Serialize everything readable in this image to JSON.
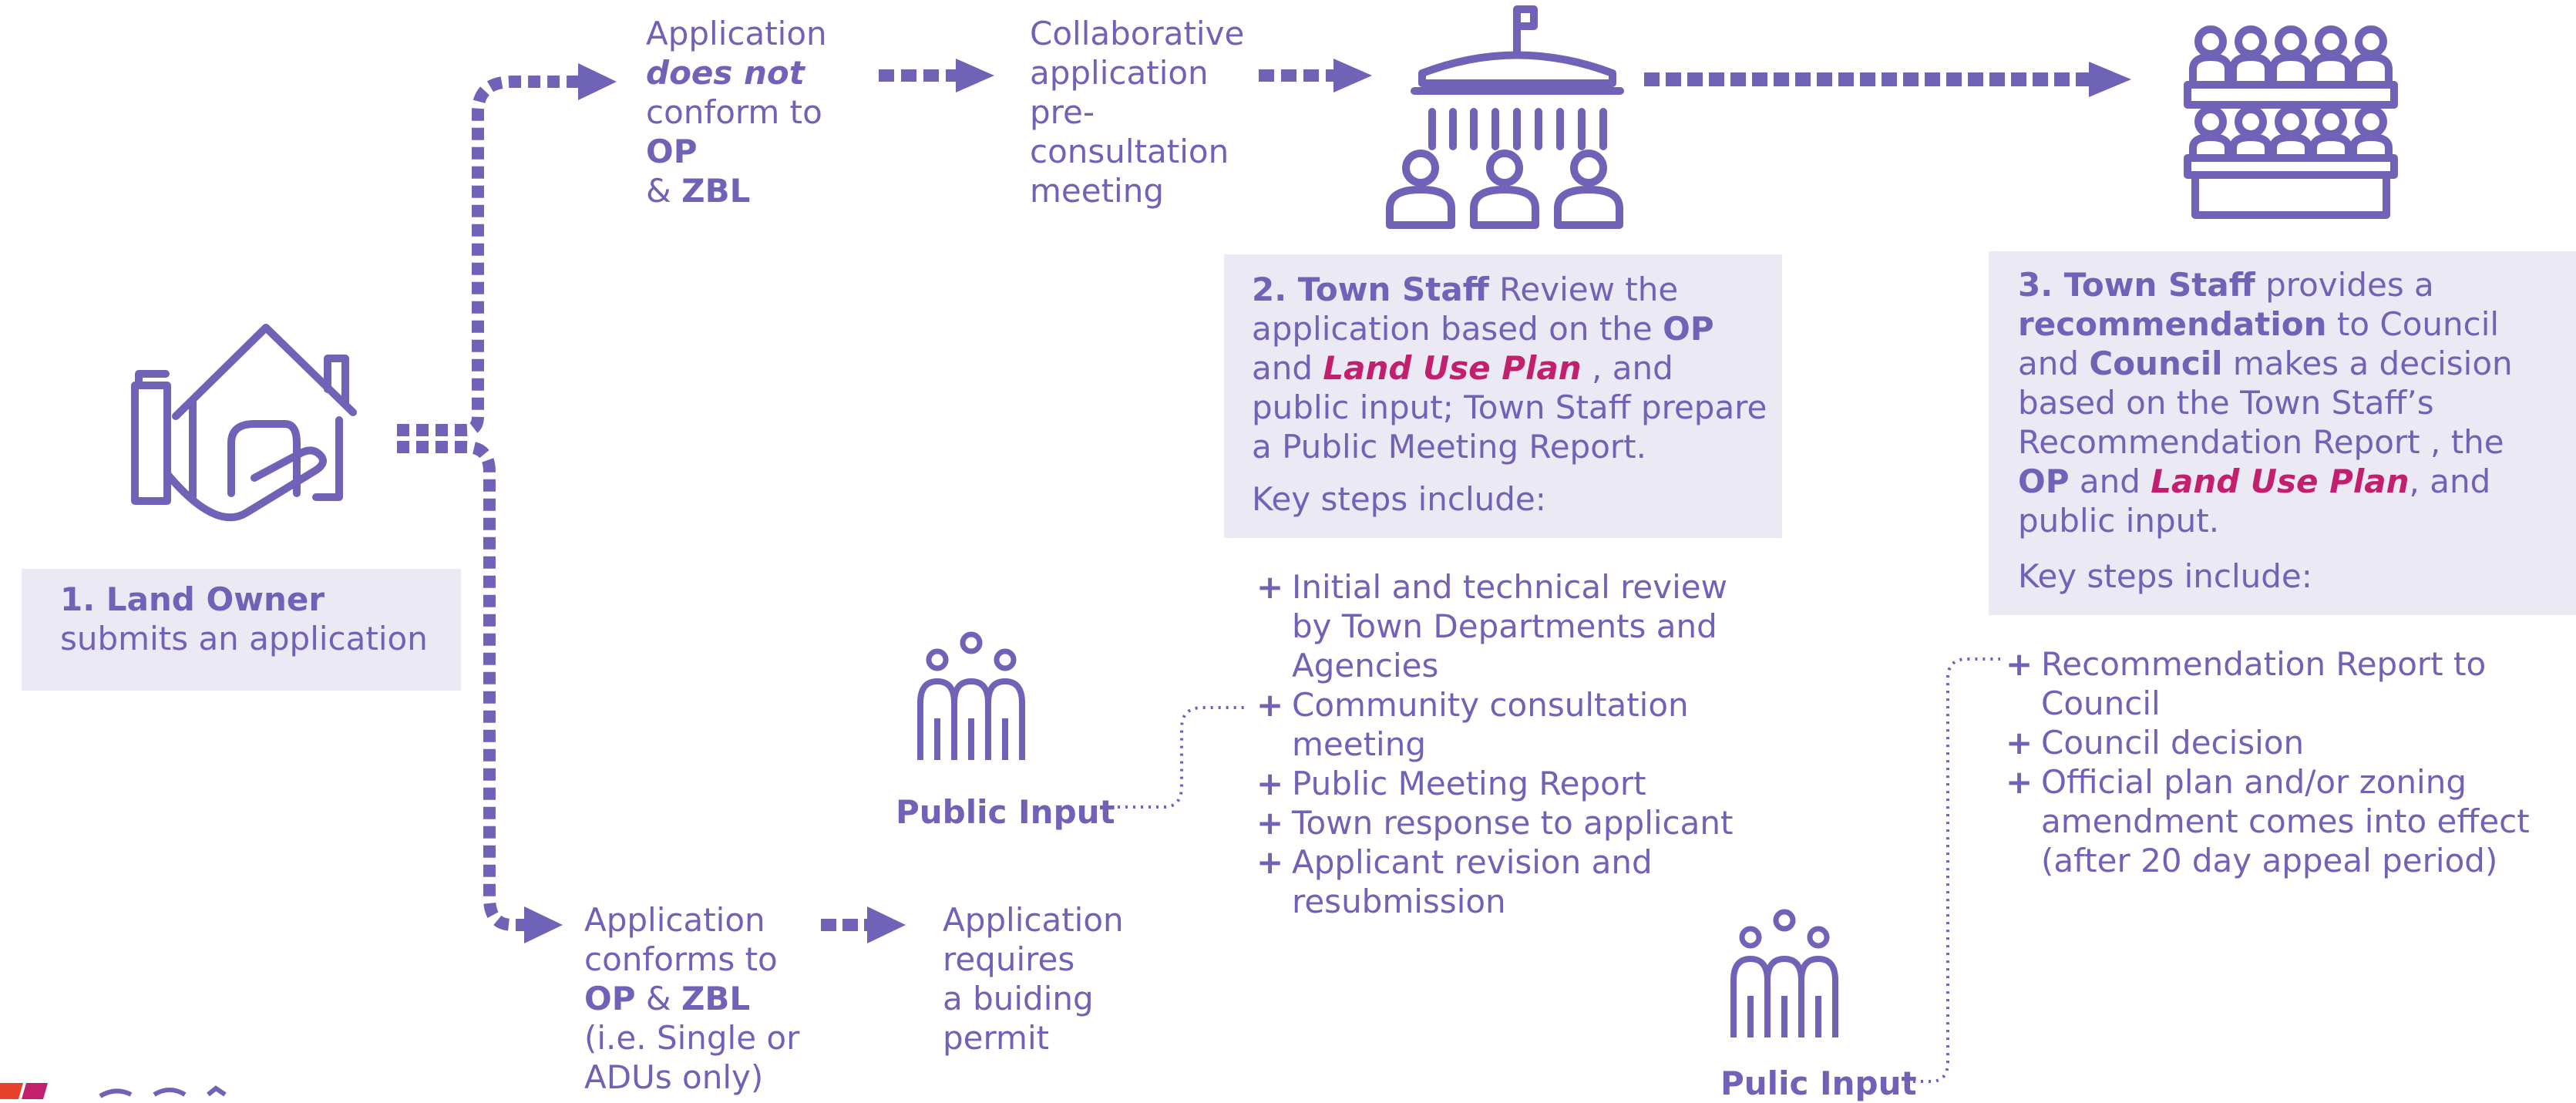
{
  "colors": {
    "primary": "#6f63b8",
    "box_bg": "#ebe9f4",
    "accent": "#c2206e",
    "logo_red": "#e8412c"
  },
  "icons": {
    "house_hand": "house-in-hand-icon",
    "town_hall": "town-hall-with-staff-icon",
    "council": "council-chamber-icon",
    "public_1": "public-group-icon",
    "public_2": "public-group-icon"
  },
  "step1": {
    "title": "1. Land Owner",
    "text": " submits an application"
  },
  "nonconform": {
    "line1": "Application",
    "line2": "does not",
    "line3": "conform to ",
    "op": "OP",
    "amp": "& ",
    "zbl": "ZBL"
  },
  "collab": {
    "lines": [
      "Collaborative",
      "application",
      "pre-",
      "consultation",
      "meeting"
    ]
  },
  "conform": {
    "line1": "Application",
    "line2": "conforms to",
    "op": "OP",
    "amp": " & ",
    "zbl": "ZBL",
    "line4": "(i.e. Single or",
    "line5": "ADUs only)"
  },
  "permit": {
    "lines": [
      "Application",
      "requires",
      "a buiding",
      "permit"
    ]
  },
  "step2": {
    "title": "2. Town Staff",
    "t1": " Review the application based on the ",
    "op": "OP",
    "t2": " and ",
    "lup": "Land Use Plan",
    "t3": " , and public input; Town Staff prepare a Public Meeting Report.",
    "key": "Key steps include:",
    "items": [
      "Initial and technical review by Town Departments and Agencies",
      "Community consultation meeting",
      "Public Meeting Report",
      "Town response to applicant",
      "Applicant revision and resubmission"
    ]
  },
  "step3": {
    "title": "3. Town Staff",
    "t1": " provides a ",
    "rec": "recommendation",
    "t2": " to Council and ",
    "council": "Council",
    "t3": " makes a decision based on the Town Staff’s Recommendation Report , the ",
    "op": "OP",
    "t4": " and ",
    "lup": "Land Use Plan",
    "t5": ", and public input.",
    "key": "Key steps include:",
    "items": [
      "Recommendation Report to Council",
      "Council decision",
      "Official plan and/or zoning amendment comes into effect (after 20 day appeal period)"
    ]
  },
  "public_input_1": "Public Input",
  "public_input_2": "Pulic Input"
}
